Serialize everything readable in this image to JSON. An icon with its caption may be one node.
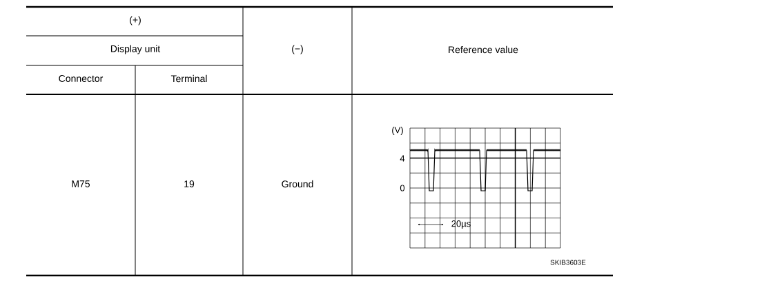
{
  "diagram": {
    "labels": [
      "(+)",
      "Display unit",
      "(−)",
      "Reference value",
      "Connector",
      "Terminal",
      "M75",
      "19",
      "Ground",
      "(V)",
      "4",
      "0",
      "20µs",
      "SKIB3603E"
    ]
  }
}
